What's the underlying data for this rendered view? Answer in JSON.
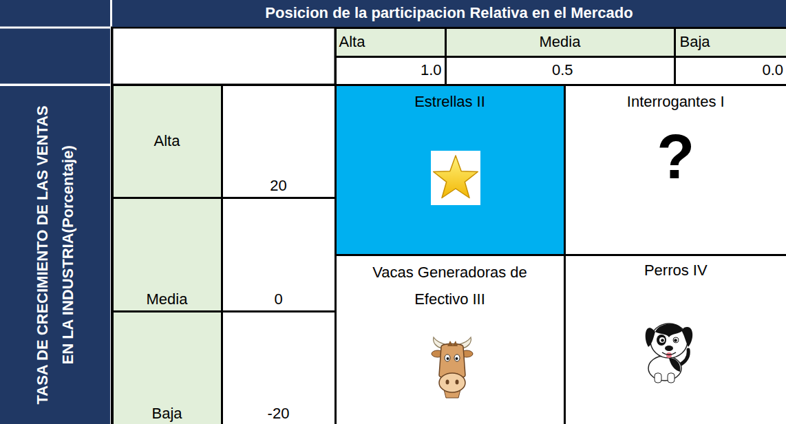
{
  "diagram": {
    "nodes": [
      {
        "text": [
          "Posicion de la participacion Relativa en el Mercado"
        ]
      },
      {
        "text": [
          "Alta"
        ]
      },
      {
        "text": [
          "Media"
        ]
      },
      {
        "text": [
          "Baja"
        ]
      },
      {
        "text": [
          "1.0"
        ]
      },
      {
        "text": [
          "0.5"
        ]
      },
      {
        "text": [
          "0.0"
        ]
      },
      {
        "text": [
          "TASA DE CRECIMIENTO DE LAS VENTAS EN LA INDUSTRIA(Porcentaje)"
        ]
      },
      {
        "text": [
          "Alta"
        ]
      },
      {
        "text": [
          "20"
        ]
      },
      {
        "text": [
          "Estrellas II"
        ]
      },
      {
        "text": [
          "Interrogantes I",
          "?"
        ]
      },
      {
        "text": [
          "Media"
        ]
      },
      {
        "text": [
          "0"
        ]
      },
      {
        "text": [
          "Vacas Generadoras de Efectivo III"
        ]
      },
      {
        "text": [
          "Perros IV"
        ]
      },
      {
        "text": [
          "Baja"
        ]
      },
      {
        "text": [
          "-20"
        ]
      }
    ]
  }
}
